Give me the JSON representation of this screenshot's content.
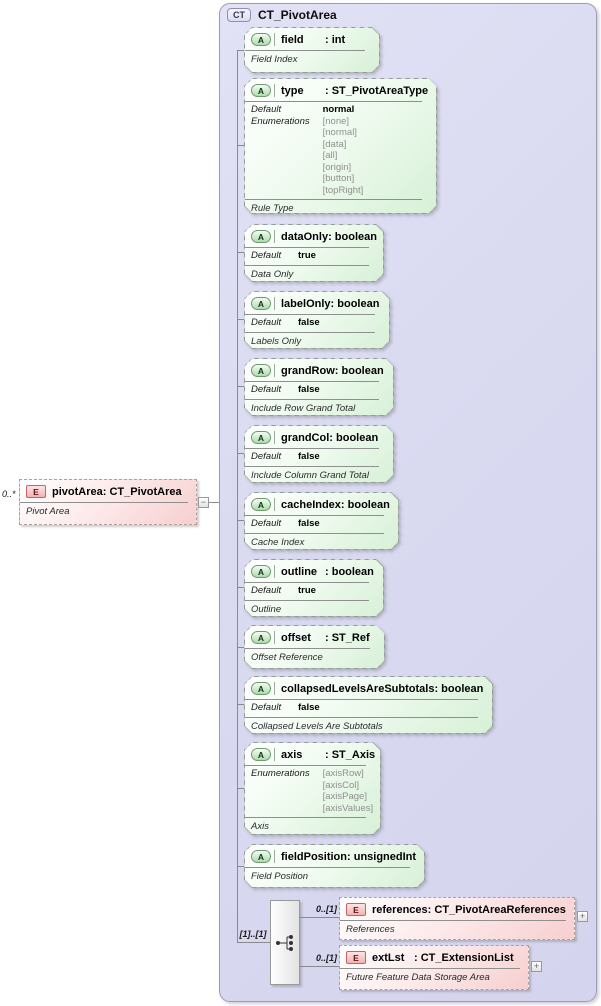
{
  "colors": {
    "container_fill": "#dadaf1",
    "attribute_fill": "#d7f0d7",
    "element_fill": "#f7cfcf",
    "connector": "#8a8a8a"
  },
  "root_element": {
    "cardinality": "0..*",
    "badge": "E",
    "name": "pivotArea",
    "type": ": CT_PivotArea",
    "annotation": "Pivot Area",
    "collapse_glyph": "−"
  },
  "complex_type": {
    "badge": "CT",
    "title": "CT_PivotArea",
    "attributes": [
      {
        "badge": "A",
        "name": "field",
        "type": ": int",
        "annotation": "Field Index"
      },
      {
        "badge": "A",
        "name": "type",
        "type": ": ST_PivotAreaType",
        "default_label": "Default",
        "default_value": "normal",
        "enumerations_label": "Enumerations",
        "enumerations": [
          "[none]",
          "[normal]",
          "[data]",
          "[all]",
          "[origin]",
          "[button]",
          "[topRight]"
        ],
        "annotation": "Rule Type"
      },
      {
        "badge": "A",
        "name": "dataOnly",
        "type": ": boolean",
        "default_label": "Default",
        "default_value": "true",
        "annotation": "Data Only"
      },
      {
        "badge": "A",
        "name": "labelOnly",
        "type": ": boolean",
        "default_label": "Default",
        "default_value": "false",
        "annotation": "Labels Only"
      },
      {
        "badge": "A",
        "name": "grandRow",
        "type": ": boolean",
        "default_label": "Default",
        "default_value": "false",
        "annotation": "Include Row Grand Total"
      },
      {
        "badge": "A",
        "name": "grandCol",
        "type": ": boolean",
        "default_label": "Default",
        "default_value": "false",
        "annotation": "Include Column Grand Total"
      },
      {
        "badge": "A",
        "name": "cacheIndex",
        "type": ": boolean",
        "default_label": "Default",
        "default_value": "false",
        "annotation": "Cache Index"
      },
      {
        "badge": "A",
        "name": "outline",
        "type": ": boolean",
        "default_label": "Default",
        "default_value": "true",
        "annotation": "Outline"
      },
      {
        "badge": "A",
        "name": "offset",
        "type": ": ST_Ref",
        "annotation": "Offset Reference"
      },
      {
        "badge": "A",
        "name": "collapsedLevelsAreSubtotals",
        "type": ": boolean",
        "default_label": "Default",
        "default_value": "false",
        "annotation": "Collapsed Levels Are Subtotals"
      },
      {
        "badge": "A",
        "name": "axis",
        "type": ": ST_Axis",
        "enumerations_label": "Enumerations",
        "enumerations": [
          "[axisRow]",
          "[axisCol]",
          "[axisPage]",
          "[axisValues]"
        ],
        "annotation": "Axis"
      },
      {
        "badge": "A",
        "name": "fieldPosition",
        "type": ": unsignedInt",
        "annotation": "Field Position"
      }
    ],
    "group": {
      "cardinality": "[1]..[1]",
      "elements": [
        {
          "cardinality": "0..[1]",
          "badge": "E",
          "name": "references",
          "type": ": CT_PivotAreaReferences",
          "annotation": "References",
          "expand_glyph": "+"
        },
        {
          "cardinality": "0..[1]",
          "badge": "E",
          "name": "extLst",
          "type": ": CT_ExtensionList",
          "annotation": "Future Feature Data Storage Area",
          "expand_glyph": "+"
        }
      ]
    }
  }
}
